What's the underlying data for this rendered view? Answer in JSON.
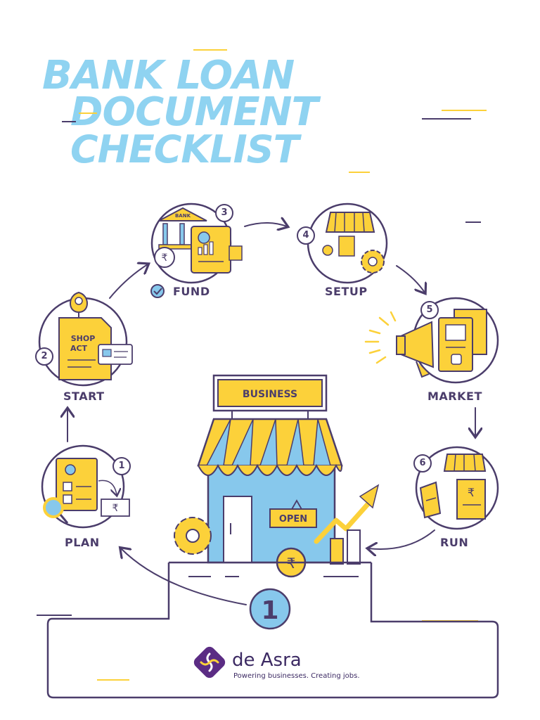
{
  "title": {
    "line1": "BANK LOAN",
    "line2": "DOCUMENT",
    "line3": "CHECKLIST"
  },
  "steps": [
    {
      "number": "1",
      "label": "PLAN"
    },
    {
      "number": "2",
      "label": "START"
    },
    {
      "number": "3",
      "label": "FUND"
    },
    {
      "number": "4",
      "label": "SETUP"
    },
    {
      "number": "5",
      "label": "MARKET"
    },
    {
      "number": "6",
      "label": "RUN"
    }
  ],
  "icon_texts": {
    "shop_act_line1": "SHOP",
    "shop_act_line2": "ACT",
    "bank": "BANK",
    "rupee": "₹"
  },
  "store": {
    "sign": "BUSINESS",
    "door_sign": "OPEN",
    "podium_number": "1"
  },
  "brand": {
    "name": "de Asra",
    "tagline": "Powering businesses. Creating jobs."
  },
  "colors": {
    "title": "#8fd3f1",
    "outline": "#4b3d6b",
    "yellow": "#fcd13a",
    "accent_blue": "#87c8ec",
    "brand_purple": "#5b2c84"
  },
  "icons": [
    "bank-icon",
    "store-setup-icon",
    "megaphone-icon",
    "shop-act-document-icon",
    "planning-checklist-icon",
    "run-store-icon",
    "gear-icon",
    "growth-arrow-icon",
    "rupee-coin-icon",
    "check-icon"
  ]
}
